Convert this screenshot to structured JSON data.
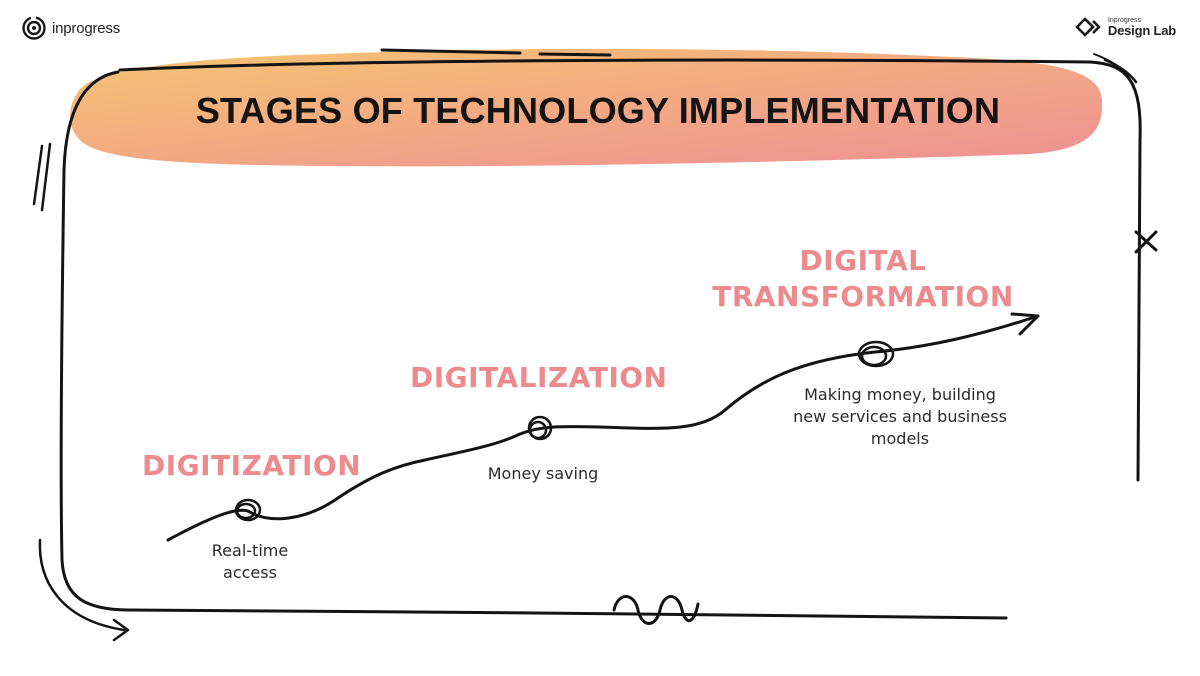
{
  "brand": {
    "left_name": "inprogress",
    "right_small": "Inprogress",
    "right_big": "Design Lab"
  },
  "title": "STAGES OF TECHNOLOGY IMPLEMENTATION",
  "stages": [
    {
      "label": "DIGITIZATION",
      "description": "Real-time access"
    },
    {
      "label": "DIGITALIZATION",
      "description": "Money saving"
    },
    {
      "label": "DIGITAL TRANSFORMATION",
      "description": "Making money, building new services and business models"
    }
  ],
  "colors": {
    "stage_label": "#ec8a8e",
    "title_band_start": "#f3bb6c",
    "title_band_end": "#ef8e8e",
    "ink": "#141414"
  },
  "icons": {
    "left_logo": "spiral-logo-icon",
    "right_logo": "chevron-logo-icon",
    "arrow": "arrow-icon"
  }
}
